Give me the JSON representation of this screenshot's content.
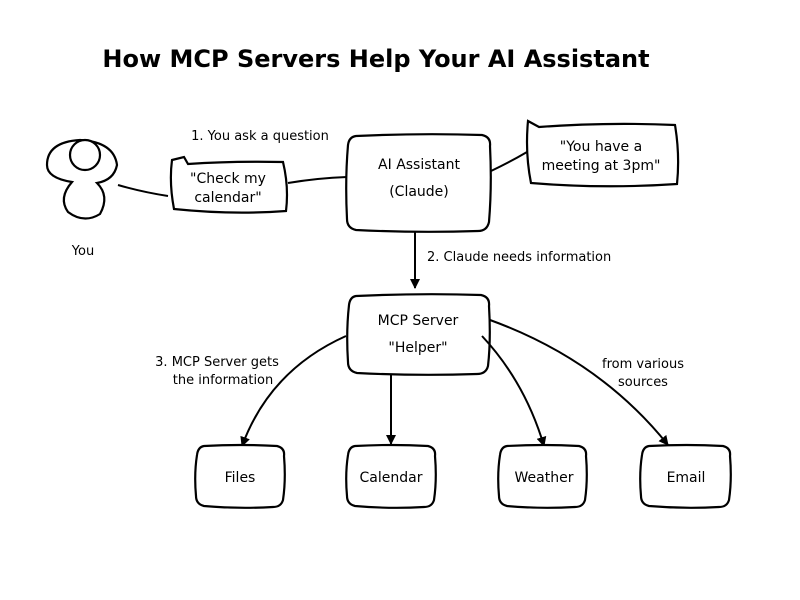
{
  "title": "How MCP Servers Help Your AI Assistant",
  "user": {
    "label": "You"
  },
  "steps": {
    "step1": "1. You ask a question",
    "step2": "2. Claude needs information",
    "step3_line1": "3. MCP Server gets",
    "step3_line2": "the information",
    "sources_line1": "from various",
    "sources_line2": "sources"
  },
  "user_bubble": {
    "line1": "\"Check my",
    "line2": "calendar\""
  },
  "assistant": {
    "line1": "AI Assistant",
    "line2": "(Claude)"
  },
  "response_bubble": {
    "line1": "\"You have a",
    "line2": "meeting at 3pm\""
  },
  "server": {
    "line1": "MCP Server",
    "line2": "\"Helper\""
  },
  "sources": [
    {
      "label": "Files"
    },
    {
      "label": "Calendar"
    },
    {
      "label": "Weather"
    },
    {
      "label": "Email"
    }
  ]
}
